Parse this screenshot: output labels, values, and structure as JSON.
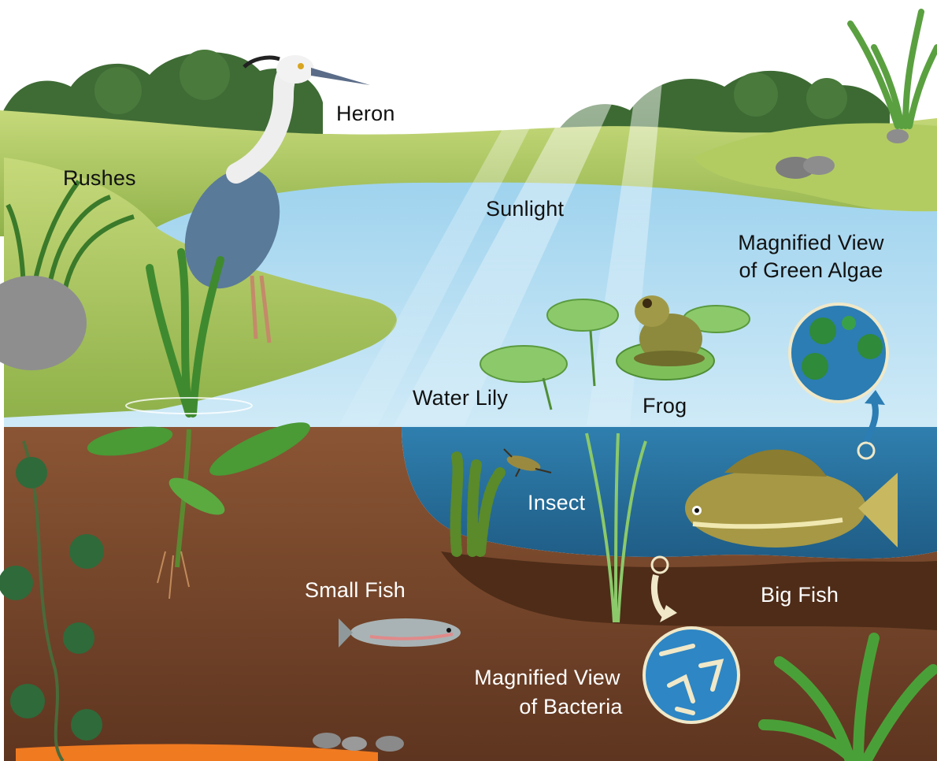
{
  "labels": {
    "heron": "Heron",
    "rushes": "Rushes",
    "sunlight": "Sunlight",
    "algae_line1": "Magnified View",
    "algae_line2": "of Green Algae",
    "water_lily": "Water Lily",
    "frog": "Frog",
    "insect": "Insect",
    "small_fish": "Small Fish",
    "big_fish": "Big Fish",
    "bacteria_line1": "Magnified View",
    "bacteria_line2": "of Bacteria"
  },
  "colors": {
    "sky": "#ffffff",
    "bushes": "#3f6b35",
    "grass": "#b9cf6a",
    "water_surface": "#a8d8f0",
    "water_deep": "#2a77a4",
    "soil": "#7a4a2c",
    "soil_dark": "#4e2c18",
    "plant_green": "#3f8a2f",
    "algae_bg": "#2b7db3",
    "bacteria_bg": "#2e86c4"
  }
}
